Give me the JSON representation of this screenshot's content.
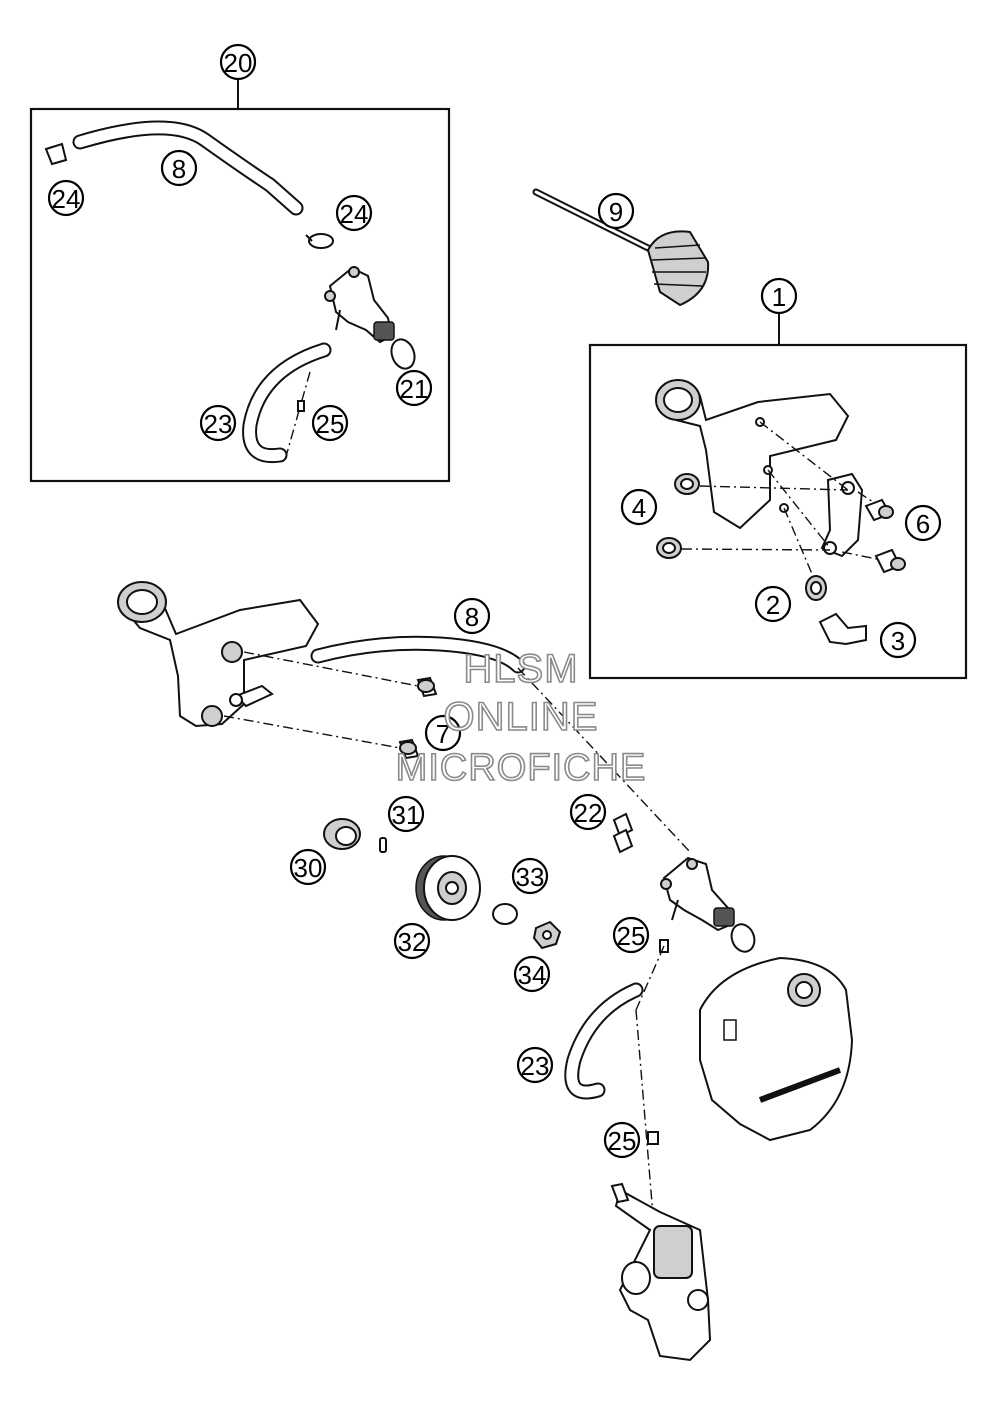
{
  "callouts": {
    "c20": "20",
    "c8a": "8",
    "c24a": "24",
    "c24b": "24",
    "c21": "21",
    "c23a": "23",
    "c25a": "25",
    "c9": "9",
    "c1": "1",
    "c4": "4",
    "c6": "6",
    "c2": "2",
    "c3": "3",
    "c8b": "8",
    "c7": "7",
    "c22": "22",
    "c31": "31",
    "c30": "30",
    "c33": "33",
    "c32": "32",
    "c34": "34",
    "c25b": "25",
    "c23b": "23",
    "c25c": "25"
  },
  "watermark": {
    "line1": "HLSM",
    "line2": "ONLINE",
    "line3": "MICROFICHE"
  }
}
